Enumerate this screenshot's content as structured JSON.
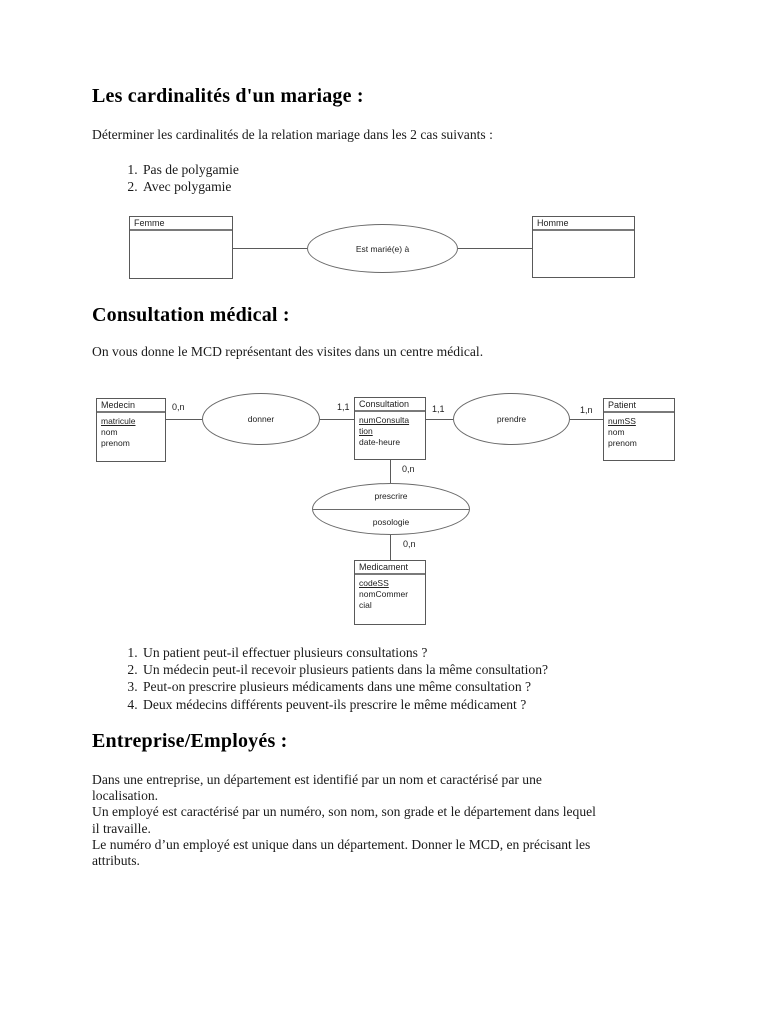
{
  "sections": {
    "mariage": {
      "title": "Les cardinalités d'un mariage :",
      "intro": "Déterminer les cardinalités de la relation mariage dans les 2 cas suivants :",
      "items": [
        "Pas de polygamie",
        "Avec polygamie"
      ]
    },
    "consultation": {
      "title": "Consultation médical :",
      "intro": "On vous donne le MCD représentant des visites dans un centre médical.",
      "questions": [
        "Un patient peut-il effectuer plusieurs consultations ?",
        "Un médecin peut-il recevoir plusieurs patients dans la même consultation?",
        "Peut-on prescrire plusieurs médicaments dans une même consultation ?",
        "Deux médecins différents peuvent-ils prescrire le même médicament ?"
      ]
    },
    "entreprise": {
      "title": "Entreprise/Employés :",
      "lines": [
        "Dans une entreprise, un département est identifié par un nom et caractérisé par une",
        "localisation.",
        "Un employé est caractérisé par un numéro, son nom, son grade et le département dans lequel",
        "il travaille.",
        "Le numéro d’un employé est unique dans un département. Donner le MCD, en précisant les",
        "attributs."
      ]
    }
  },
  "diagram1": {
    "entities": {
      "femme": {
        "name": "Femme"
      },
      "homme": {
        "name": "Homme"
      }
    },
    "relation": {
      "label": "Est marié(e) à"
    }
  },
  "diagram2": {
    "entities": {
      "medecin": {
        "name": "Medecin",
        "key": "matricule",
        "attrs": [
          "nom",
          "prenom"
        ]
      },
      "consultation": {
        "name": "Consultation",
        "key_lines": [
          "numConsulta",
          "tion"
        ],
        "attrs": [
          "date-heure"
        ]
      },
      "patient": {
        "name": "Patient",
        "key": "numSS",
        "attrs": [
          "nom",
          "prenom"
        ]
      },
      "medicament": {
        "name": "Medicament",
        "key": "codeSS",
        "attrs": [
          "nomCommer",
          "cial"
        ]
      }
    },
    "relations": {
      "donner": {
        "label": "donner"
      },
      "prendre": {
        "label": "prendre"
      },
      "prescrire": {
        "label": "prescrire",
        "attribute": "posologie"
      }
    },
    "cardinalities": {
      "medecin_donner": "0,n",
      "donner_consultation": "1,1",
      "consultation_prendre": "1,1",
      "prendre_patient": "1,n",
      "consultation_prescrire": "0,n",
      "prescrire_medicament": "0,n"
    }
  },
  "colors": {
    "page_bg": "#ffffff",
    "text": "#1a1a1a",
    "diagram_border": "#595959"
  }
}
